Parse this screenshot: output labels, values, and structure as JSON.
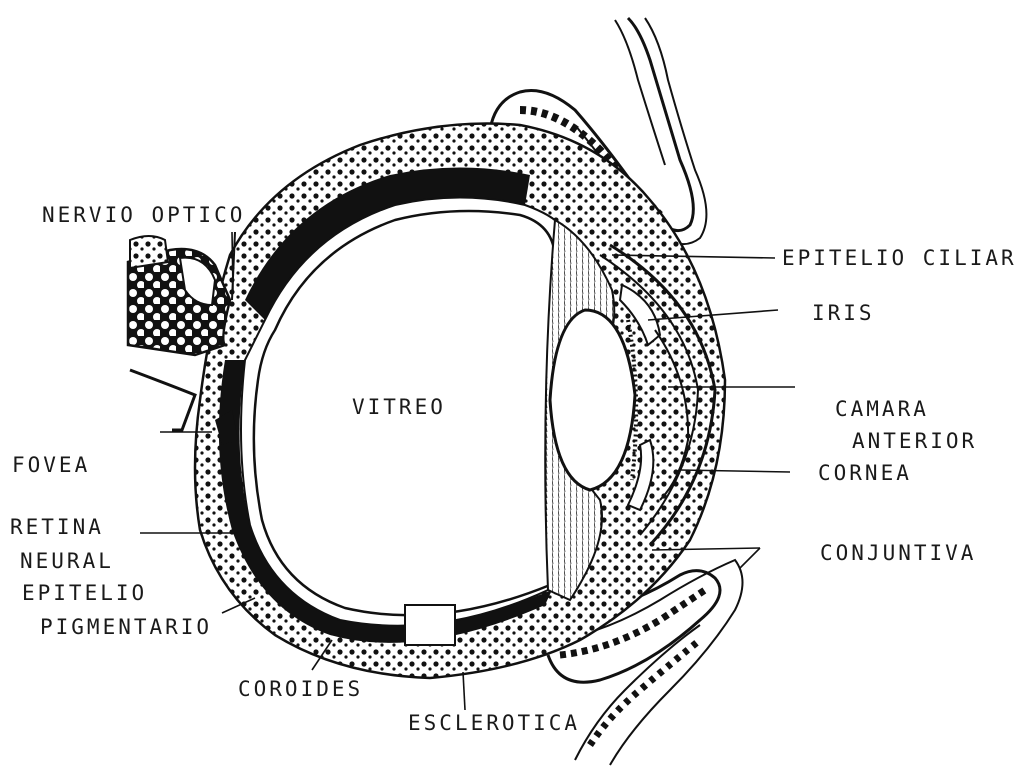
{
  "labels": {
    "nervio_optico": "NERVIO OPTICO",
    "fovea": "FOVEA",
    "retina_line1": "RETINA",
    "retina_line2": "NEURAL",
    "epitelio_line1": "EPITELIO",
    "epitelio_line2": "PIGMENTARIO",
    "coroides": "COROIDES",
    "esclerotica": "ESCLEROTICA",
    "vitreo": "VITREO",
    "epitelio_ciliar": "EPITELIO CILIAR",
    "iris": "IRIS",
    "camara_line1": "CAMARA",
    "camara_line2": "ANTERIOR",
    "cornea": "CORNEA",
    "conjuntiva": "CONJUNTIVA"
  },
  "colors": {
    "ink": "#111111",
    "paper": "#ffffff"
  }
}
